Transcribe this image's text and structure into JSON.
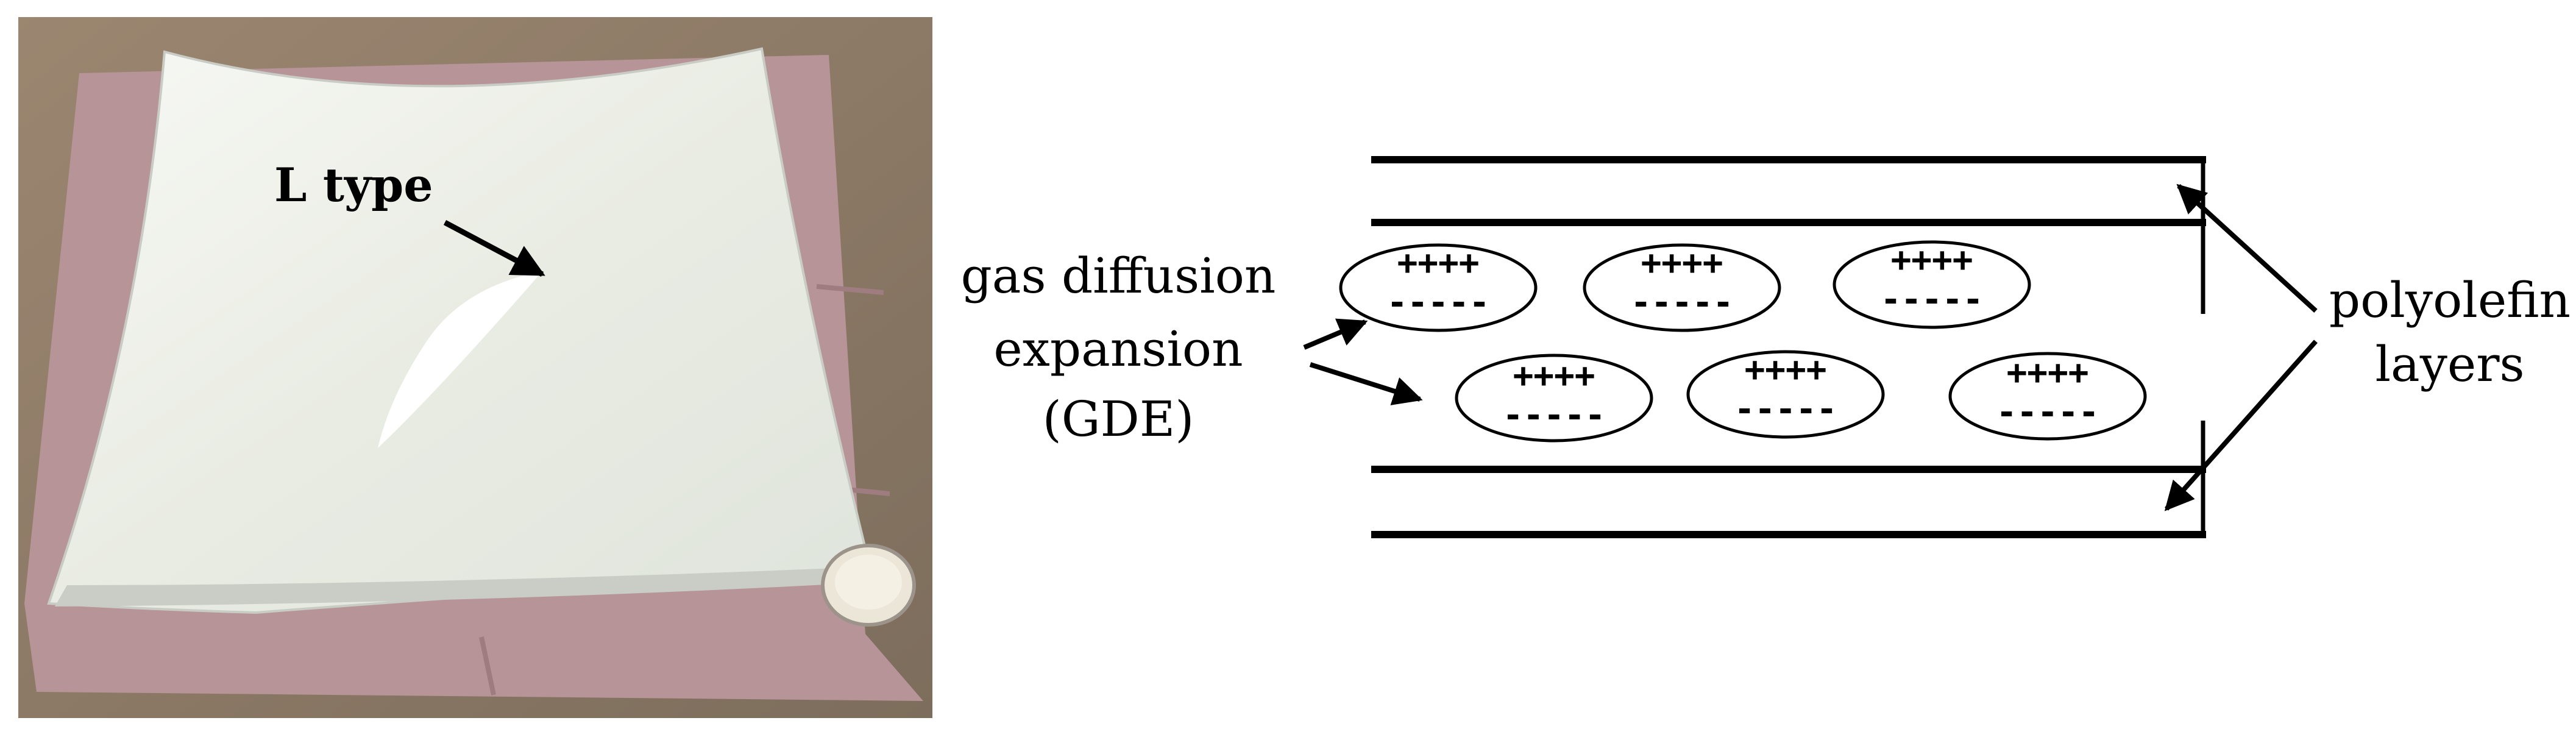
{
  "photo": {
    "annotation": "L type",
    "colors": {
      "background": "#8e7a64",
      "base_panel": "#b38f93",
      "sheet": "#eef0e8"
    }
  },
  "diagram": {
    "gde_label": [
      "gas diffusion",
      "expansion",
      "(GDE)"
    ],
    "layers_label": [
      "polyolefin",
      "layers"
    ],
    "cell_signs": {
      "positive": "++++",
      "negative": "-----"
    },
    "cells": [
      {
        "id": 1
      },
      {
        "id": 2
      },
      {
        "id": 3
      },
      {
        "id": 4
      },
      {
        "id": 5
      },
      {
        "id": 6
      }
    ]
  }
}
